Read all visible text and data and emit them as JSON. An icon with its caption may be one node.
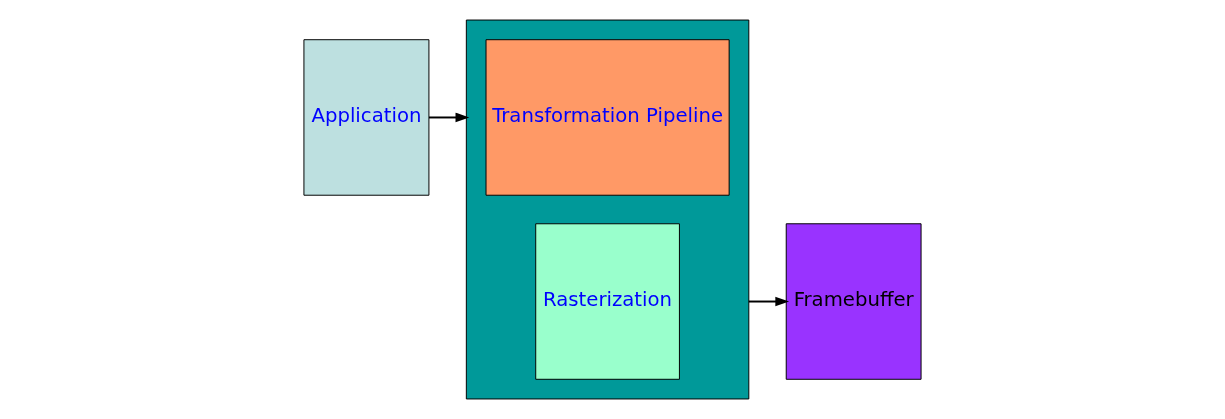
{
  "diagram": {
    "nodes": [
      {
        "text": [
          "Application"
        ]
      },
      {
        "text": [],
        "shape": "box"
      },
      {
        "text": [
          "Transformation Pipeline"
        ],
        "in": 1
      },
      {
        "text": [
          "Rasterization"
        ],
        "in": 1
      },
      {
        "text": [
          "Framebuffer"
        ]
      }
    ],
    "edges": [
      {
        "from": 0,
        "to": 1,
        "arrow": "to"
      },
      {
        "from": 1,
        "to": 4,
        "arrow": "to"
      }
    ]
  }
}
